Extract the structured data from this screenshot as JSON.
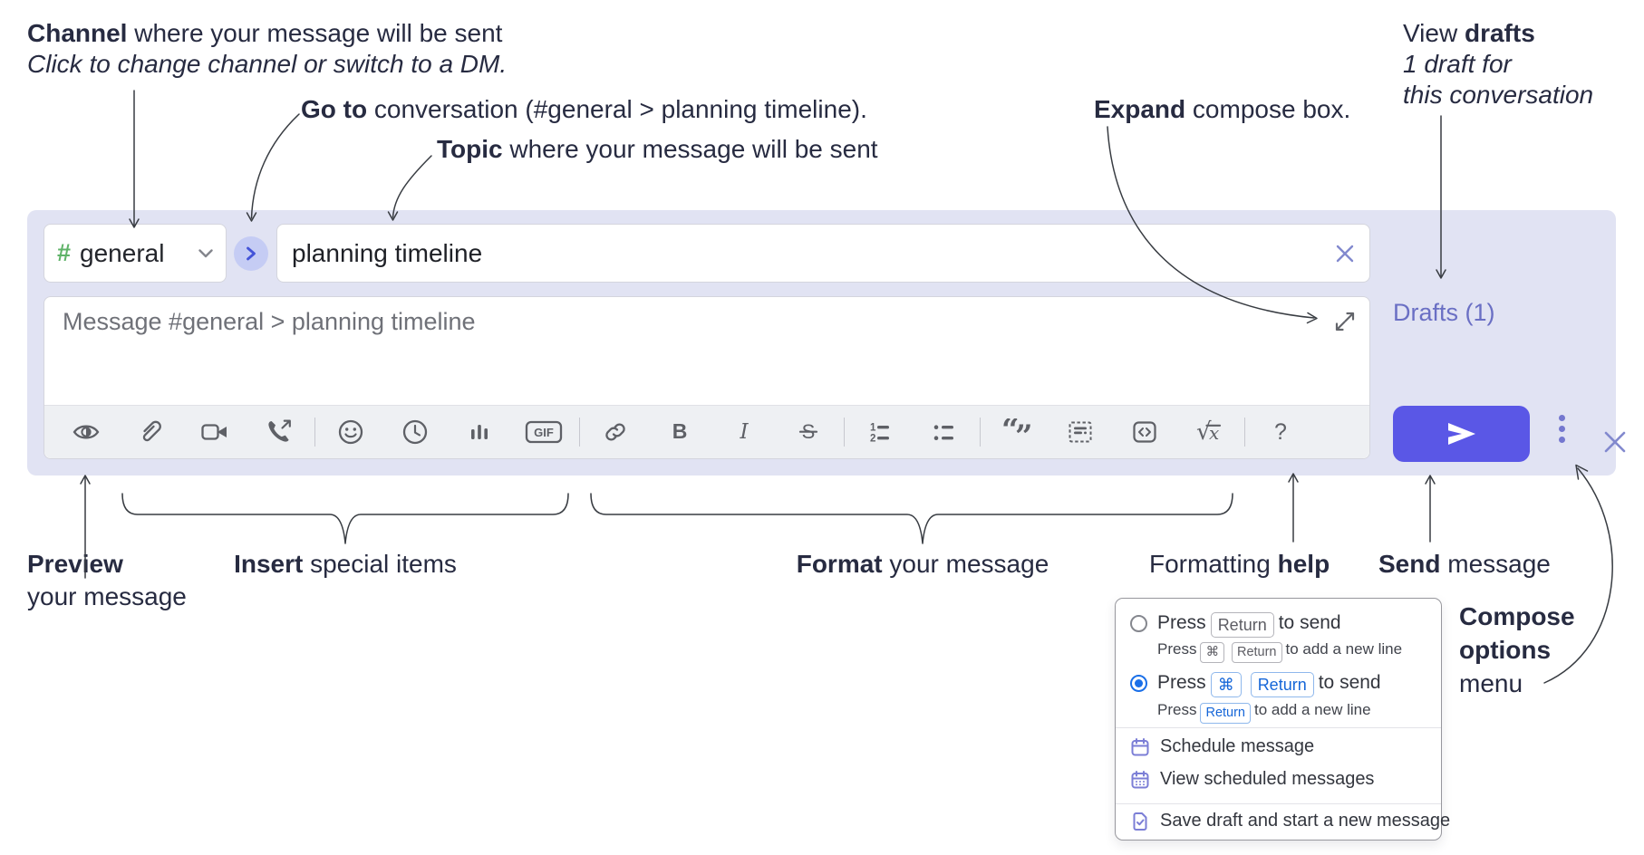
{
  "annotations": {
    "channel": {
      "bold": "Channel",
      "rest": " where your message will be sent",
      "sub": "Click to change channel or switch to a DM."
    },
    "go_to": {
      "bold": "Go to",
      "rest": " conversation (#general > planning timeline)."
    },
    "topic": {
      "bold": "Topic",
      "rest": " where your message will be sent"
    },
    "expand": {
      "bold": "Expand",
      "rest": " compose box."
    },
    "view_drafts": {
      "pre": "View ",
      "bold": "drafts",
      "line2": "1 draft for",
      "line3": "this conversation"
    },
    "preview": {
      "bold": "Preview",
      "line2": "your message"
    },
    "insert": {
      "bold": "Insert",
      "rest": " special items"
    },
    "format": {
      "bold": "Format",
      "rest": " your message"
    },
    "formatting_help": {
      "pre": "Formatting ",
      "bold": "help"
    },
    "send": {
      "bold": "Send",
      "rest": " message"
    },
    "compose_options": {
      "bold1": "Compose",
      "bold2": "options",
      "line3": "menu"
    }
  },
  "composer": {
    "channel_hash": "#",
    "channel_name": "general",
    "topic_value": "planning timeline",
    "message_placeholder": "Message #general > planning timeline",
    "drafts_label": "Drafts (1)"
  },
  "toolbar": {
    "gif": "GIF",
    "bold": "B",
    "italic": "I",
    "strike": "S",
    "ol1": "1",
    "ol2": "2",
    "quote_open": "“",
    "quote_close": "”",
    "formula_radical": "√",
    "formula_x": "x",
    "help": "?"
  },
  "send_options_menu": {
    "option1": {
      "pre": "Press",
      "key": "Return",
      "post": "to send",
      "sub_pre": "Press",
      "sub_key1": "⌘",
      "sub_key2": "Return",
      "sub_post": "to add a new line"
    },
    "option2": {
      "pre": "Press",
      "key1": "⌘",
      "key2": "Return",
      "post": "to send",
      "sub_pre": "Press",
      "sub_key": "Return",
      "sub_post": "to add a new line"
    },
    "items": [
      {
        "label": "Schedule message"
      },
      {
        "label": "View scheduled messages"
      },
      {
        "label": "Save draft and start a new message"
      }
    ]
  },
  "colors": {
    "accent_send": "#5a57e6",
    "drafts_link": "#6a6fc4",
    "selected_blue": "#1a6fe8",
    "menu_icon_purple": "#7b7ed6",
    "channel_hash_green": "#5fb368"
  }
}
